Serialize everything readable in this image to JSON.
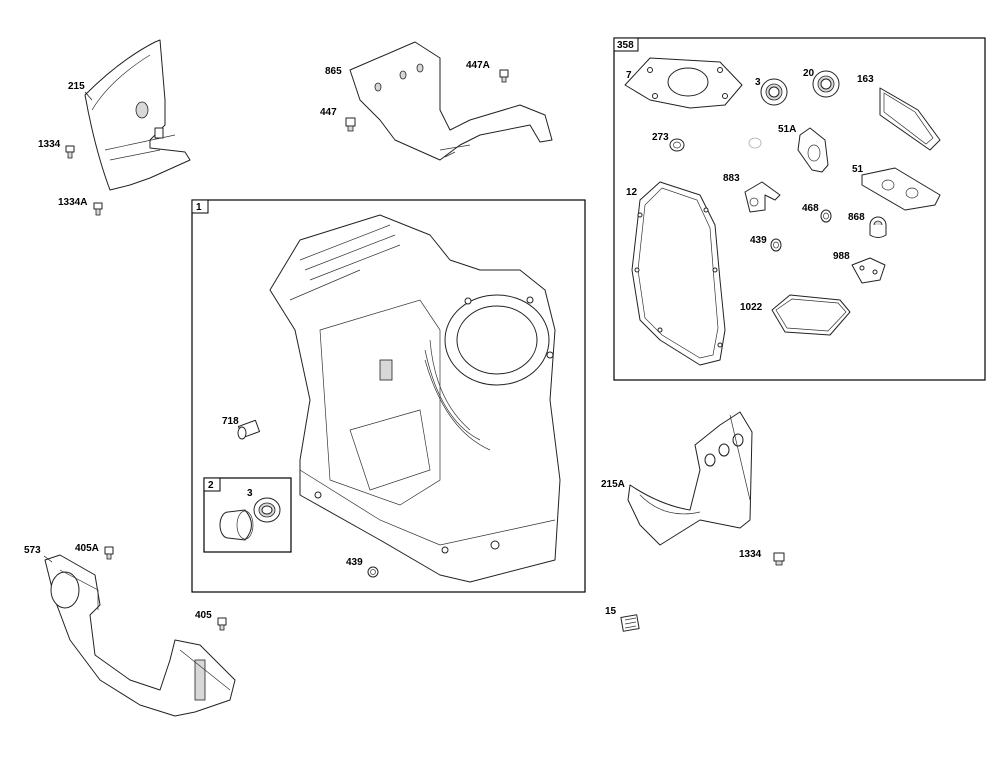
{
  "labels": {
    "p215": "215",
    "p1334_top": "1334",
    "p1334A": "1334A",
    "p865": "865",
    "p447": "447",
    "p447A": "447A",
    "box1": "1",
    "p718": "718",
    "box2": "2",
    "p3_box2": "3",
    "p439_main": "439",
    "p573": "573",
    "p405A": "405A",
    "p405": "405",
    "box358": "358",
    "p7": "7",
    "p3_kit": "3",
    "p20": "20",
    "p163": "163",
    "p273": "273",
    "p51A": "51A",
    "p12": "12",
    "p883": "883",
    "p51": "51",
    "p468": "468",
    "p868": "868",
    "p439_kit": "439",
    "p988": "988",
    "p1022": "1022",
    "p215A": "215A",
    "p1334_right": "1334",
    "p15": "15"
  }
}
